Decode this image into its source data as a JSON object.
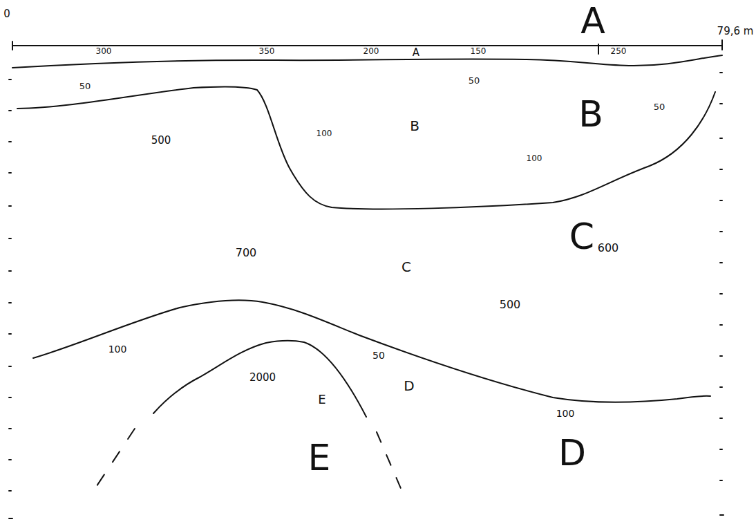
{
  "diagram": {
    "labels": [
      "0",
      "79,6 m",
      "A",
      "300",
      "350",
      "200",
      "A",
      "150",
      "250",
      "50",
      "50",
      "B",
      "50",
      "500",
      "B",
      "100",
      "100",
      "C",
      "600",
      "700",
      "C",
      "500",
      "100",
      "50",
      "2000",
      "D",
      "E",
      "100",
      "E",
      "D"
    ]
  }
}
